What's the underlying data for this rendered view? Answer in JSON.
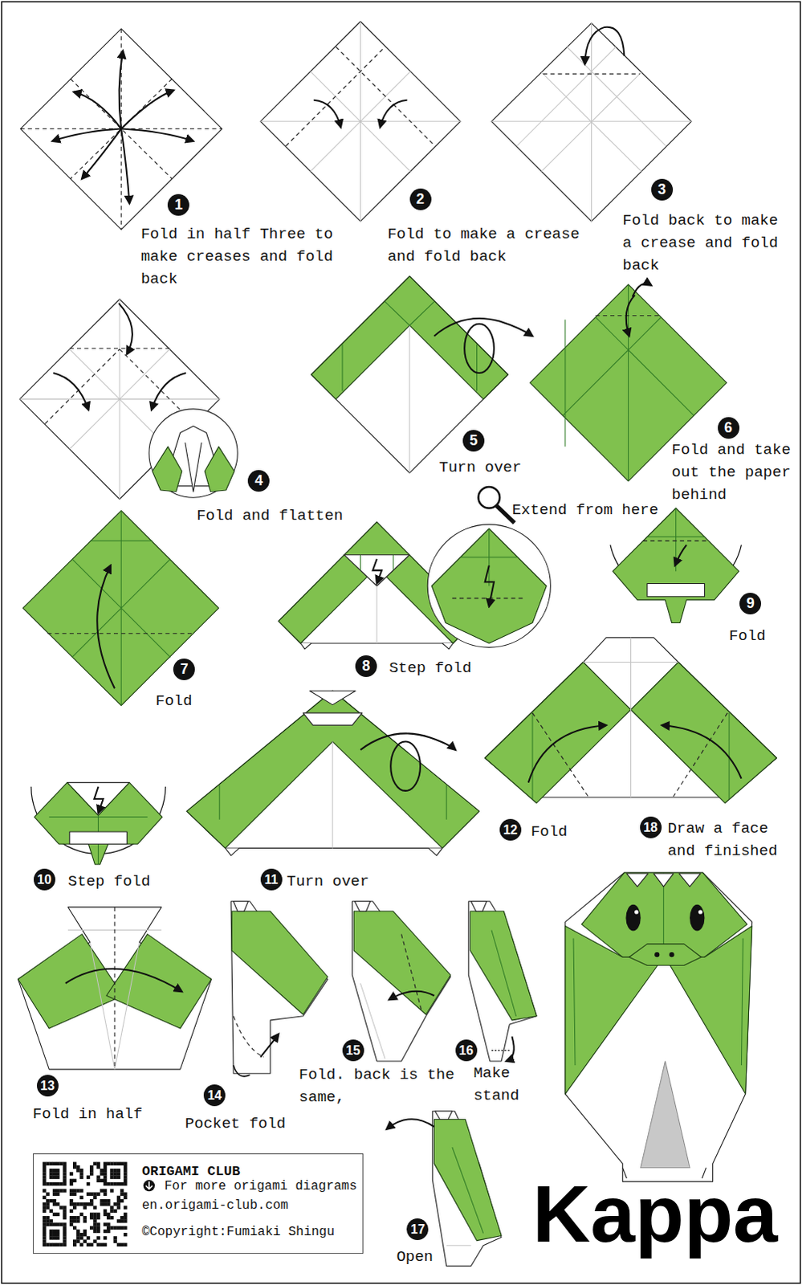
{
  "diagram": {
    "title": "Kappa",
    "nodes": [
      {
        "text": [
          "ORIGAMI CLUB",
          "For more origami diagrams",
          "en.origami-club.com",
          "©Copyright:Fumiaki Shingu"
        ]
      }
    ],
    "labels": [
      "1",
      "Fold in half Three to make creases and fold back",
      "2",
      "Fold to make a crease and fold back",
      "3",
      "Fold back to make a crease and fold back",
      "4",
      "Fold and flatten",
      "5",
      "Turn over",
      "6",
      "Fold and take out the paper behind",
      "Extend from here",
      "7",
      "Fold",
      "8",
      "Step fold",
      "9",
      "Fold",
      "10",
      "Step fold",
      "11",
      "Turn over",
      "12",
      "Fold",
      "18",
      "Draw a face and finished",
      "13",
      "Fold in half",
      "14",
      "Pocket fold",
      "15",
      "Fold. back is the same,",
      "16",
      "Make stand",
      "17",
      "Open"
    ]
  }
}
